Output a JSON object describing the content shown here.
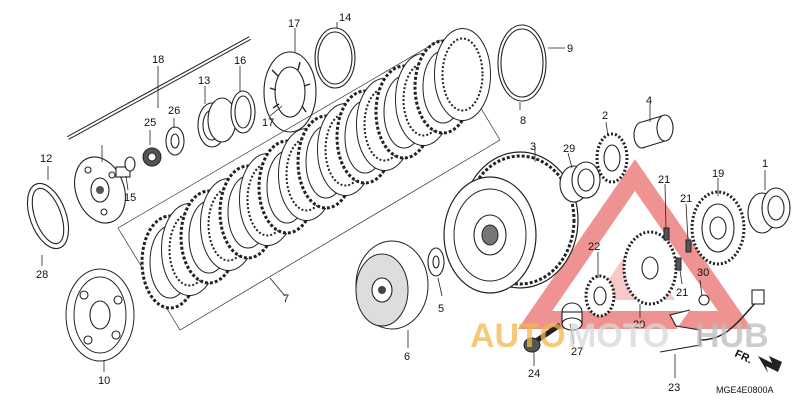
{
  "diagram_code": "MGE4E0800A",
  "fr_label": "FR.",
  "watermark": {
    "part1": "AUTO",
    "part2": "MOTO",
    "part3": "HUB",
    "color1": "#f2b84a",
    "color2": "#d8d8d8",
    "color3": "#bdbdbd",
    "triangle_color": "#e23a3a"
  },
  "callouts": [
    "1",
    "2",
    "3",
    "4",
    "5",
    "6",
    "7",
    "8",
    "9",
    "10",
    "12",
    "13",
    "14",
    "15",
    "16",
    "17",
    "17",
    "18",
    "19",
    "20",
    "21",
    "21",
    "21",
    "22",
    "23",
    "24",
    "25",
    "26",
    "27",
    "28",
    "29",
    "30"
  ]
}
